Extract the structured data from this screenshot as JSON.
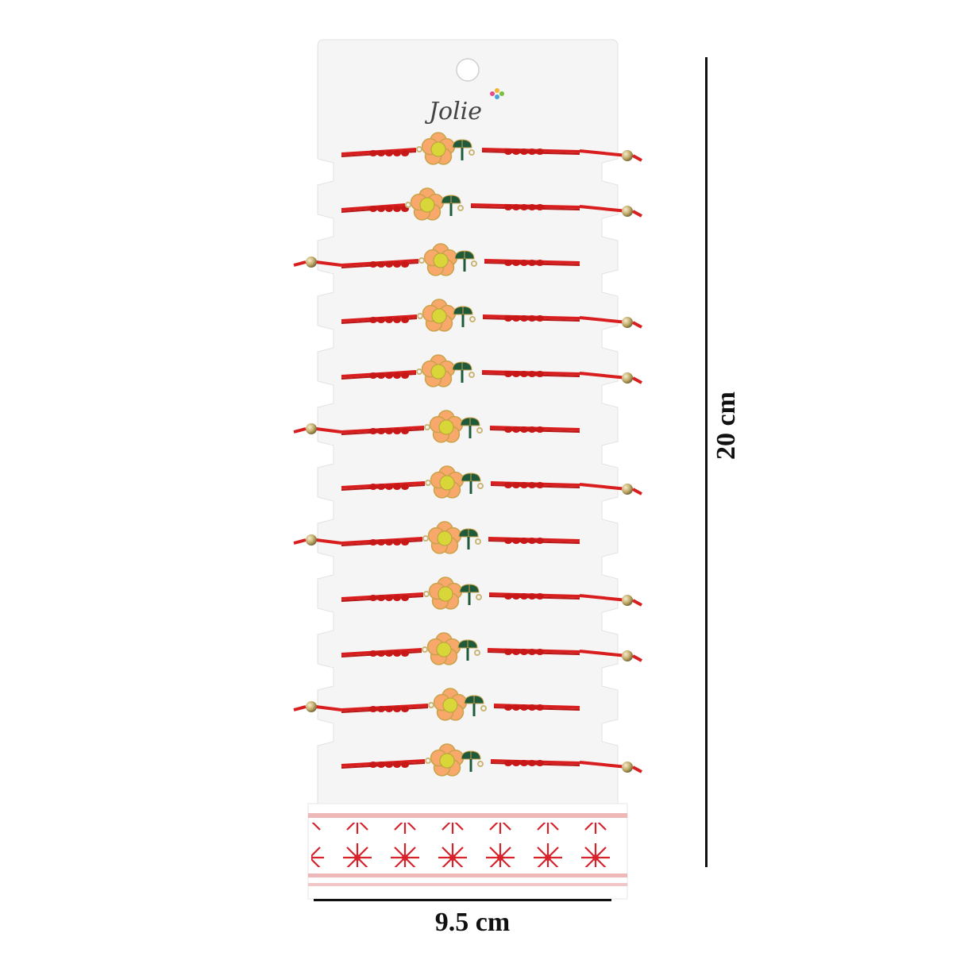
{
  "product": {
    "brand_logo_text": "Jolie",
    "bracelet_count": 12
  },
  "dimensions": {
    "height_label": "20 cm",
    "width_label": "9.5 cm"
  },
  "colors": {
    "card": "#f4f4f4",
    "string": "#d81e1e",
    "petal": "#f7a86a",
    "center": "#d9d63a",
    "leaf": "#1f5a3a",
    "bead": "#c9b676",
    "embroidery": "#d6222b"
  }
}
